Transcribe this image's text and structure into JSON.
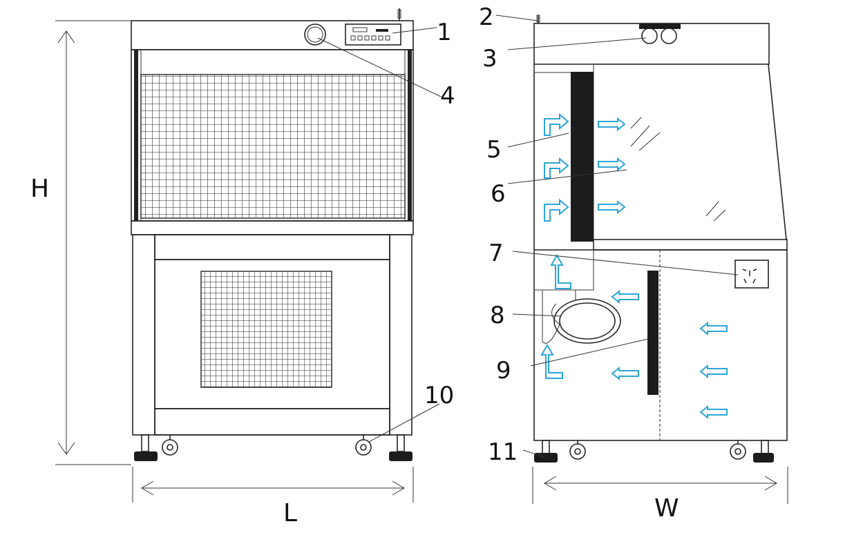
{
  "colors": {
    "line": "#222222",
    "airflow": "#2aa5d8",
    "panel": "#1c1c1c",
    "background": "#ffffff"
  },
  "dimensions": {
    "height": "H",
    "length": "L",
    "width": "W"
  },
  "callouts": [
    "1",
    "2",
    "3",
    "4",
    "5",
    "6",
    "7",
    "8",
    "9",
    "10",
    "11"
  ]
}
